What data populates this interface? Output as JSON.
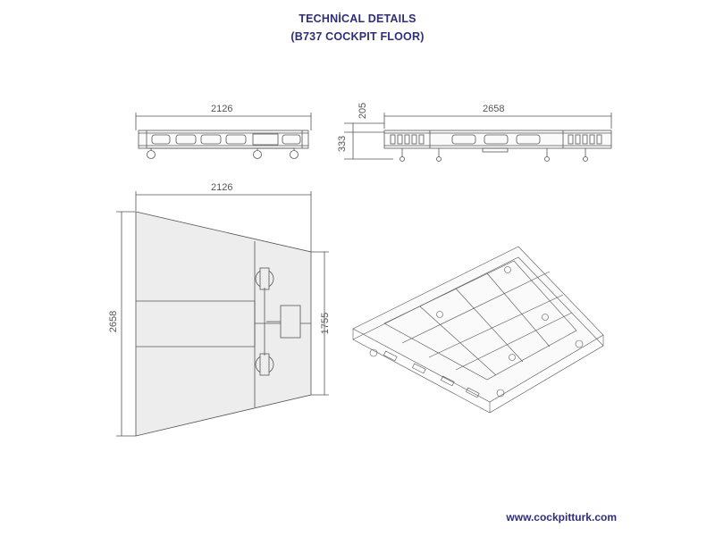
{
  "title": {
    "line1": "TECHNİCAL DETAILS",
    "line2": "(B737 COCKPIT FLOOR)"
  },
  "dimensions": {
    "side_width": "2126",
    "front_width": "2658",
    "front_height_top": "205",
    "front_height_total": "333",
    "plan_width": "2126",
    "plan_depth": "2658",
    "plan_inner_depth": "1755"
  },
  "footer": {
    "url": "www.cockpitturk.com"
  },
  "colors": {
    "title": "#2e2e7a",
    "line": "#555555",
    "plan_fill": "#ededed"
  }
}
